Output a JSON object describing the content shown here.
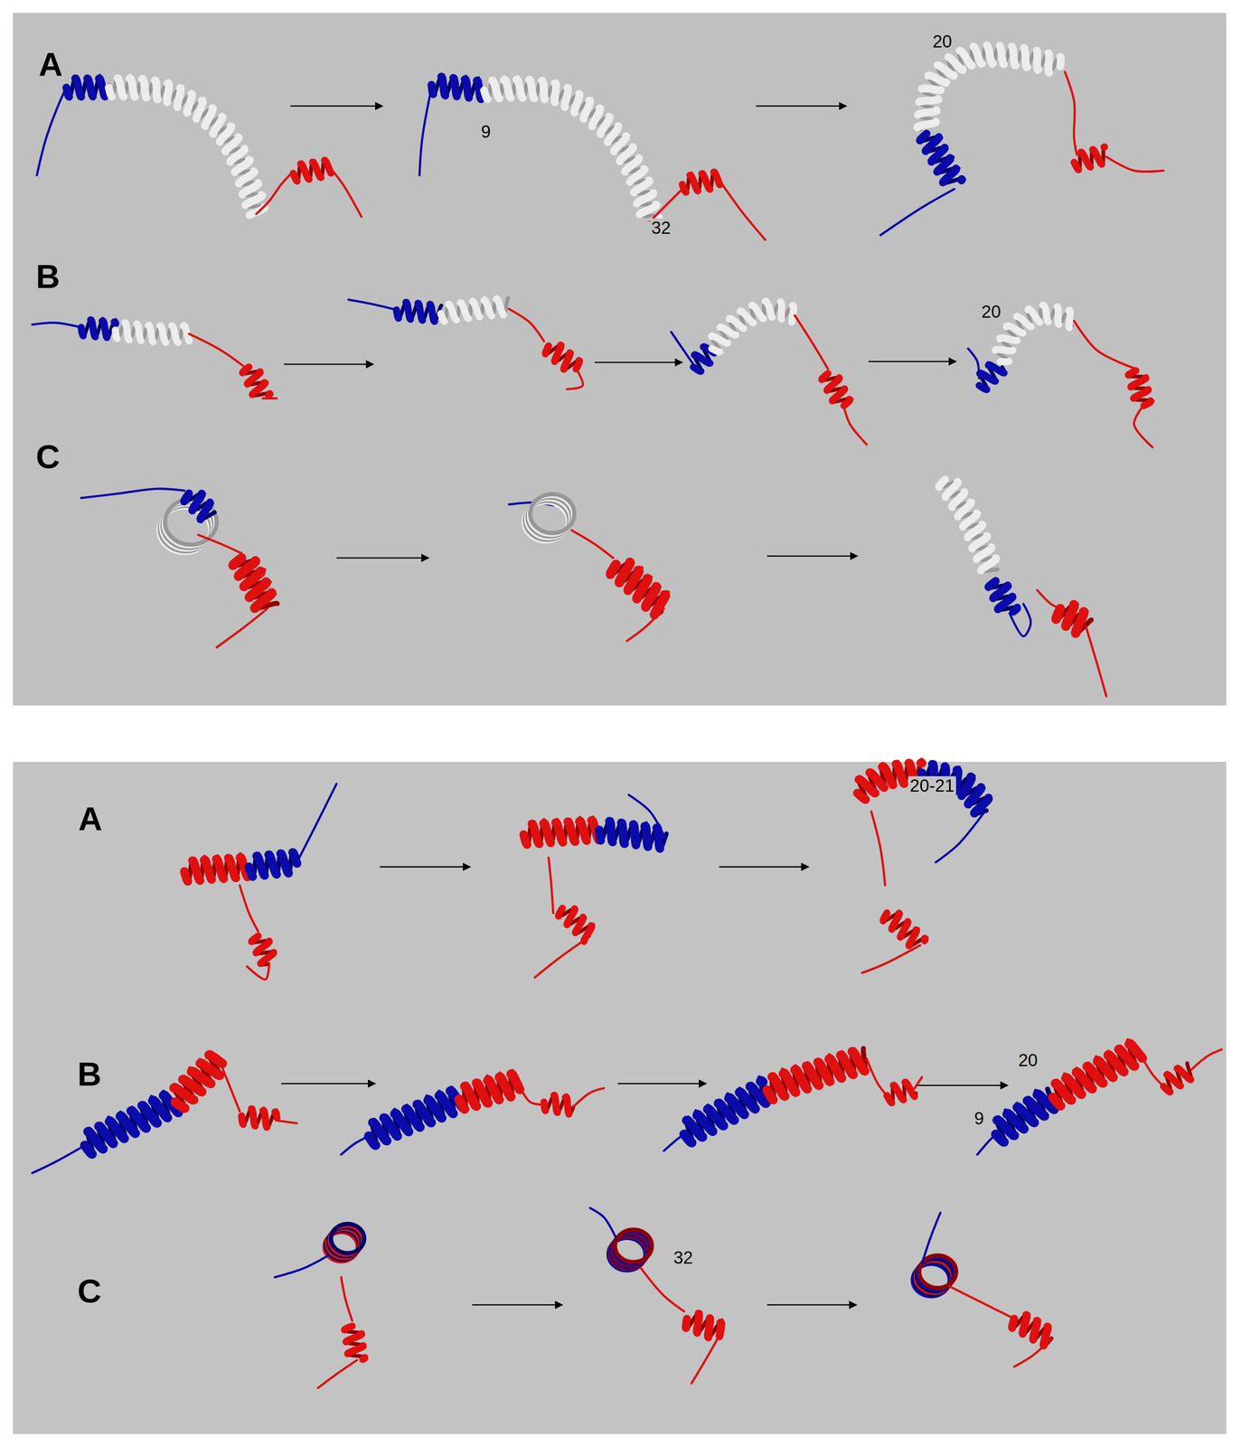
{
  "diagram": {
    "labels": [
      "A",
      "9",
      "32",
      "20",
      "B",
      "20",
      "C",
      "A",
      "20-21",
      "B",
      "20",
      "9",
      "C",
      "32"
    ]
  }
}
